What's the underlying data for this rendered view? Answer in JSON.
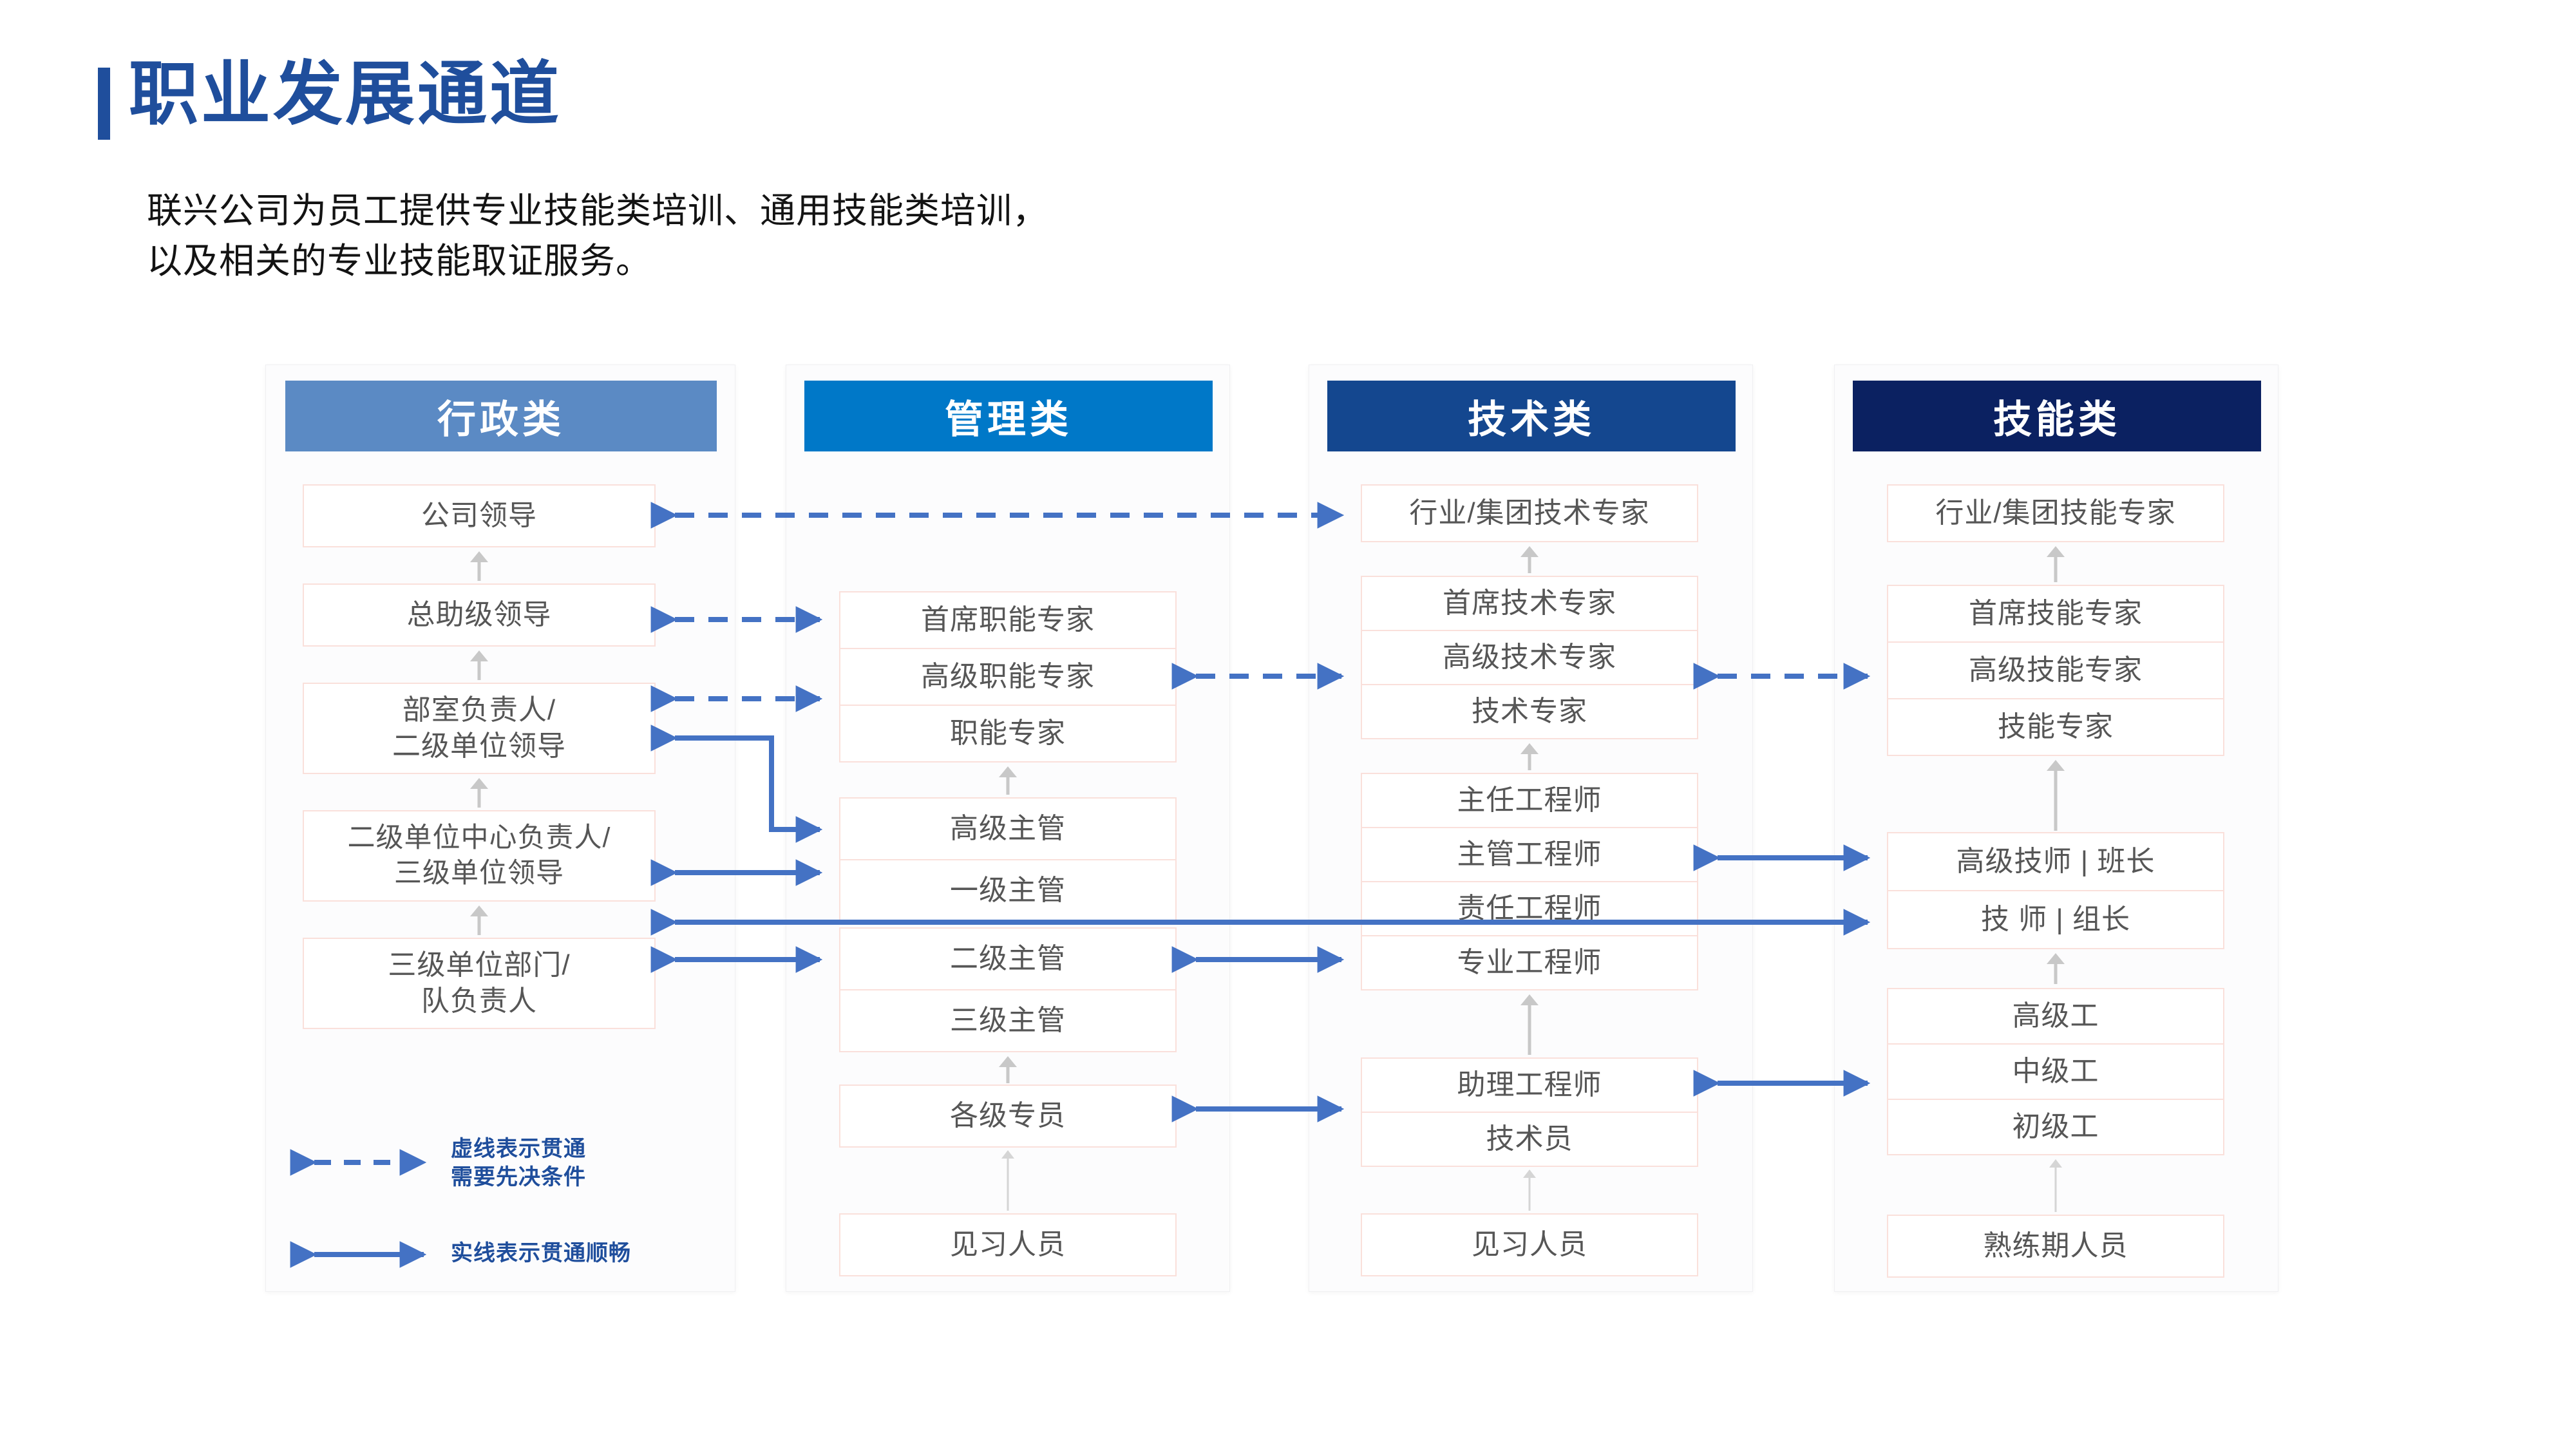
{
  "header": {
    "title": "职业发展通道",
    "subtitle": "联兴公司为员工提供专业技能类培训、通用技能类培训，\n以及相关的专业技能取证服务。",
    "accent_color": "#1f4e9c",
    "title_color": "#1f4e9c",
    "subtitle_color": "#131313"
  },
  "columns": [
    {
      "id": "administrative",
      "header": "行政类",
      "header_color": "#5b8ac4",
      "nodes": [
        {
          "label": "公司领导"
        },
        {
          "label": "总助级领导"
        },
        {
          "label": "部室负责人/\n二级单位领导"
        },
        {
          "label": "二级单位中心负责人/\n三级单位领导"
        },
        {
          "label": "三级单位部门/\n队负责人"
        }
      ]
    },
    {
      "id": "management",
      "header": "管理类",
      "header_color": "#0078c8",
      "nodes": [
        {
          "label": "首席职能专家"
        },
        {
          "label": "高级职能专家"
        },
        {
          "label": "职能专家"
        },
        {
          "label": "高级主管"
        },
        {
          "label": "一级主管"
        },
        {
          "label": "二级主管"
        },
        {
          "label": "三级主管"
        },
        {
          "label": "各级专员"
        },
        {
          "label": "见习人员"
        }
      ]
    },
    {
      "id": "technical",
      "header": "技术类",
      "header_color": "#14478f",
      "nodes": [
        {
          "label": "行业/集团技术专家"
        },
        {
          "label": "首席技术专家"
        },
        {
          "label": "高级技术专家"
        },
        {
          "label": "技术专家"
        },
        {
          "label": "主任工程师"
        },
        {
          "label": "主管工程师"
        },
        {
          "label": "责任工程师"
        },
        {
          "label": "专业工程师"
        },
        {
          "label": "助理工程师"
        },
        {
          "label": "技术员"
        },
        {
          "label": "见习人员"
        }
      ]
    },
    {
      "id": "skill",
      "header": "技能类",
      "header_color": "#0b2161",
      "nodes": [
        {
          "label": "行业/集团技能专家"
        },
        {
          "label": "首席技能专家"
        },
        {
          "label": "高级技能专家"
        },
        {
          "label": "技能专家"
        },
        {
          "label": "高级技师 | 班长"
        },
        {
          "label": "技  师   | 组长"
        },
        {
          "label": "高级工"
        },
        {
          "label": "中级工"
        },
        {
          "label": "初级工"
        },
        {
          "label": "熟练期人员"
        }
      ]
    }
  ],
  "legend": {
    "dashed_label": "虚线表示贯通\n需要先决条件",
    "solid_label": "实线表示贯通顺畅",
    "line_color": "#4472c4",
    "text_color": "#1f4e9c"
  },
  "style": {
    "node_border": "#fae0db",
    "node_text": "#565656",
    "promotion_arrow": "#c8c8c8",
    "panel_bg": "#fcfcfd"
  }
}
